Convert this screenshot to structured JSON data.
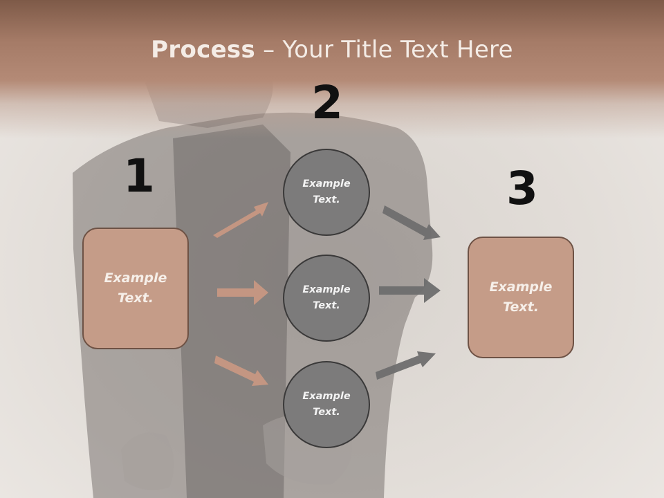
{
  "title": {
    "bold": "Process",
    "rest": " – Your Title Text Here"
  },
  "steps": [
    {
      "number": "1",
      "text": "Example Text."
    },
    {
      "number": "2",
      "items": [
        "Example Text.",
        "Example Text.",
        "Example Text."
      ]
    },
    {
      "number": "3",
      "text": "Example Text."
    }
  ],
  "colors": {
    "title_band": "#a57b67",
    "box_fill": "#c59c88",
    "circle_fill": "#7c7b7b",
    "arrow_in": "#cf9a82",
    "arrow_out": "#6e6e6e"
  }
}
